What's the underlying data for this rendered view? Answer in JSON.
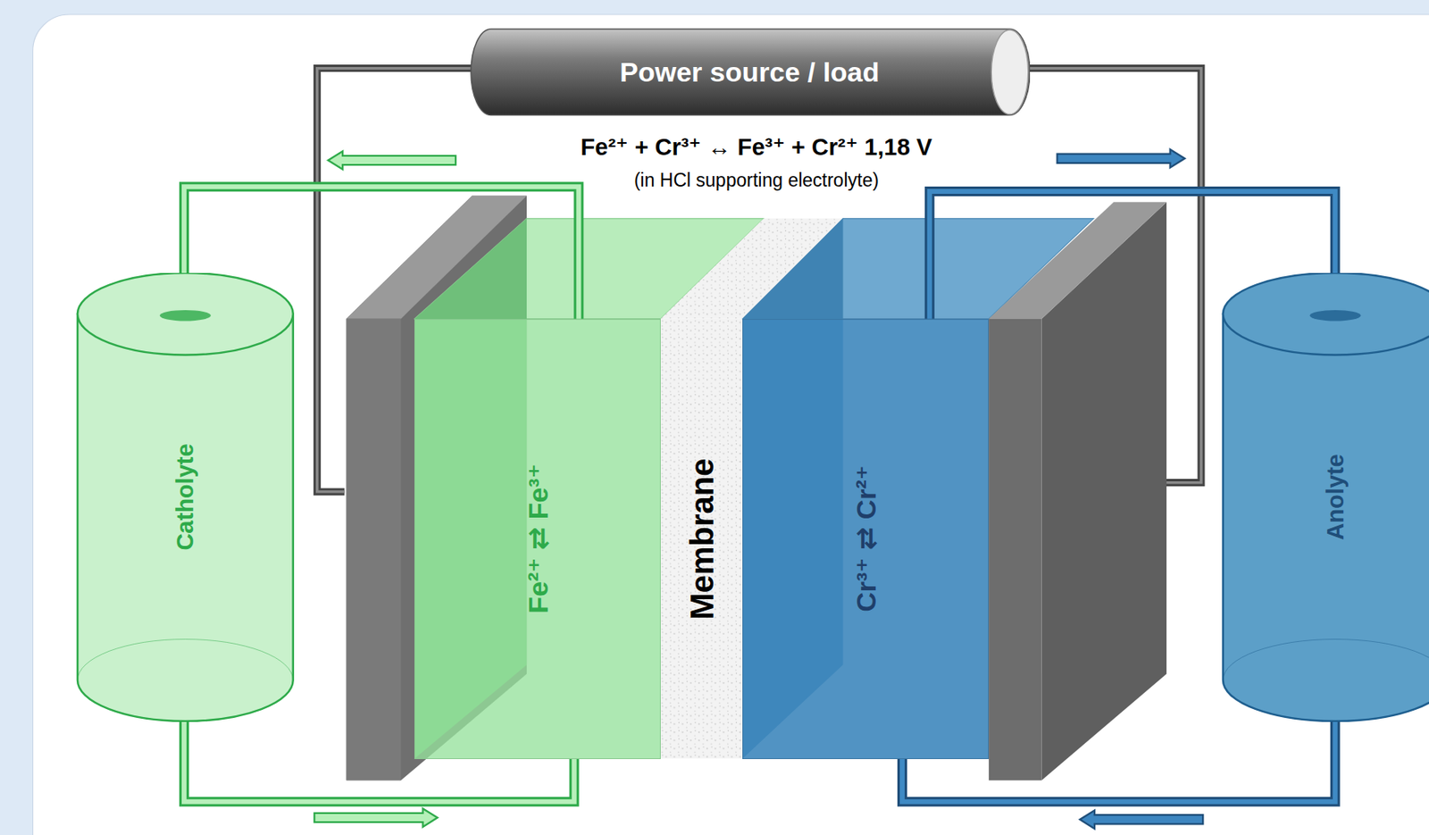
{
  "diagram": {
    "nodes": [
      {
        "text": [
          "Power source / load"
        ]
      },
      {
        "text": [
          "Catholyte"
        ]
      },
      {
        "text": [
          "Fe²⁺ ⇄ Fe³⁺"
        ]
      },
      {
        "text": [
          "Membrane"
        ]
      },
      {
        "text": [
          "Cr³⁺ ⇄ Cr²⁺"
        ]
      },
      {
        "text": [
          "Anolyte"
        ]
      }
    ],
    "edges": [
      {
        "from": 2,
        "to": 1,
        "arrow": "none"
      },
      {
        "from": 1,
        "to": 2,
        "arrow": "none"
      },
      {
        "from": 4,
        "to": 5,
        "arrow": "none"
      },
      {
        "from": 5,
        "to": 4,
        "arrow": "none"
      }
    ],
    "labels": [
      "Fe²⁺ + Cr³⁺ ↔ Fe³⁺ + Cr²⁺  1,18 V",
      "(in HCl supporting electrolyte)"
    ]
  }
}
